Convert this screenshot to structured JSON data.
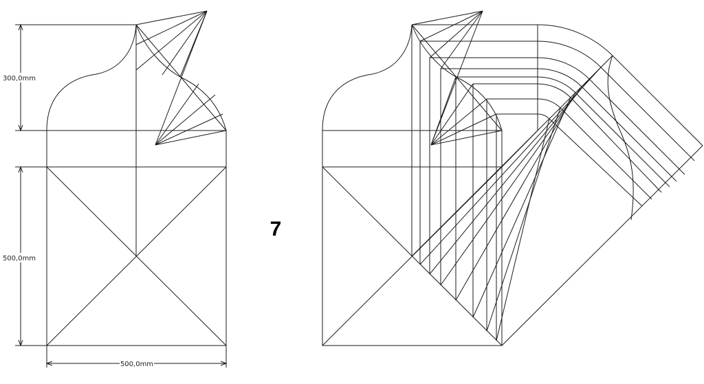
{
  "dimensions": {
    "height_top": "300,0mm",
    "height_bottom": "500,0mm",
    "width": "500,0mm"
  },
  "step_number": "7",
  "colors": {
    "line": "#1a1a1a",
    "background": "#ffffff"
  }
}
